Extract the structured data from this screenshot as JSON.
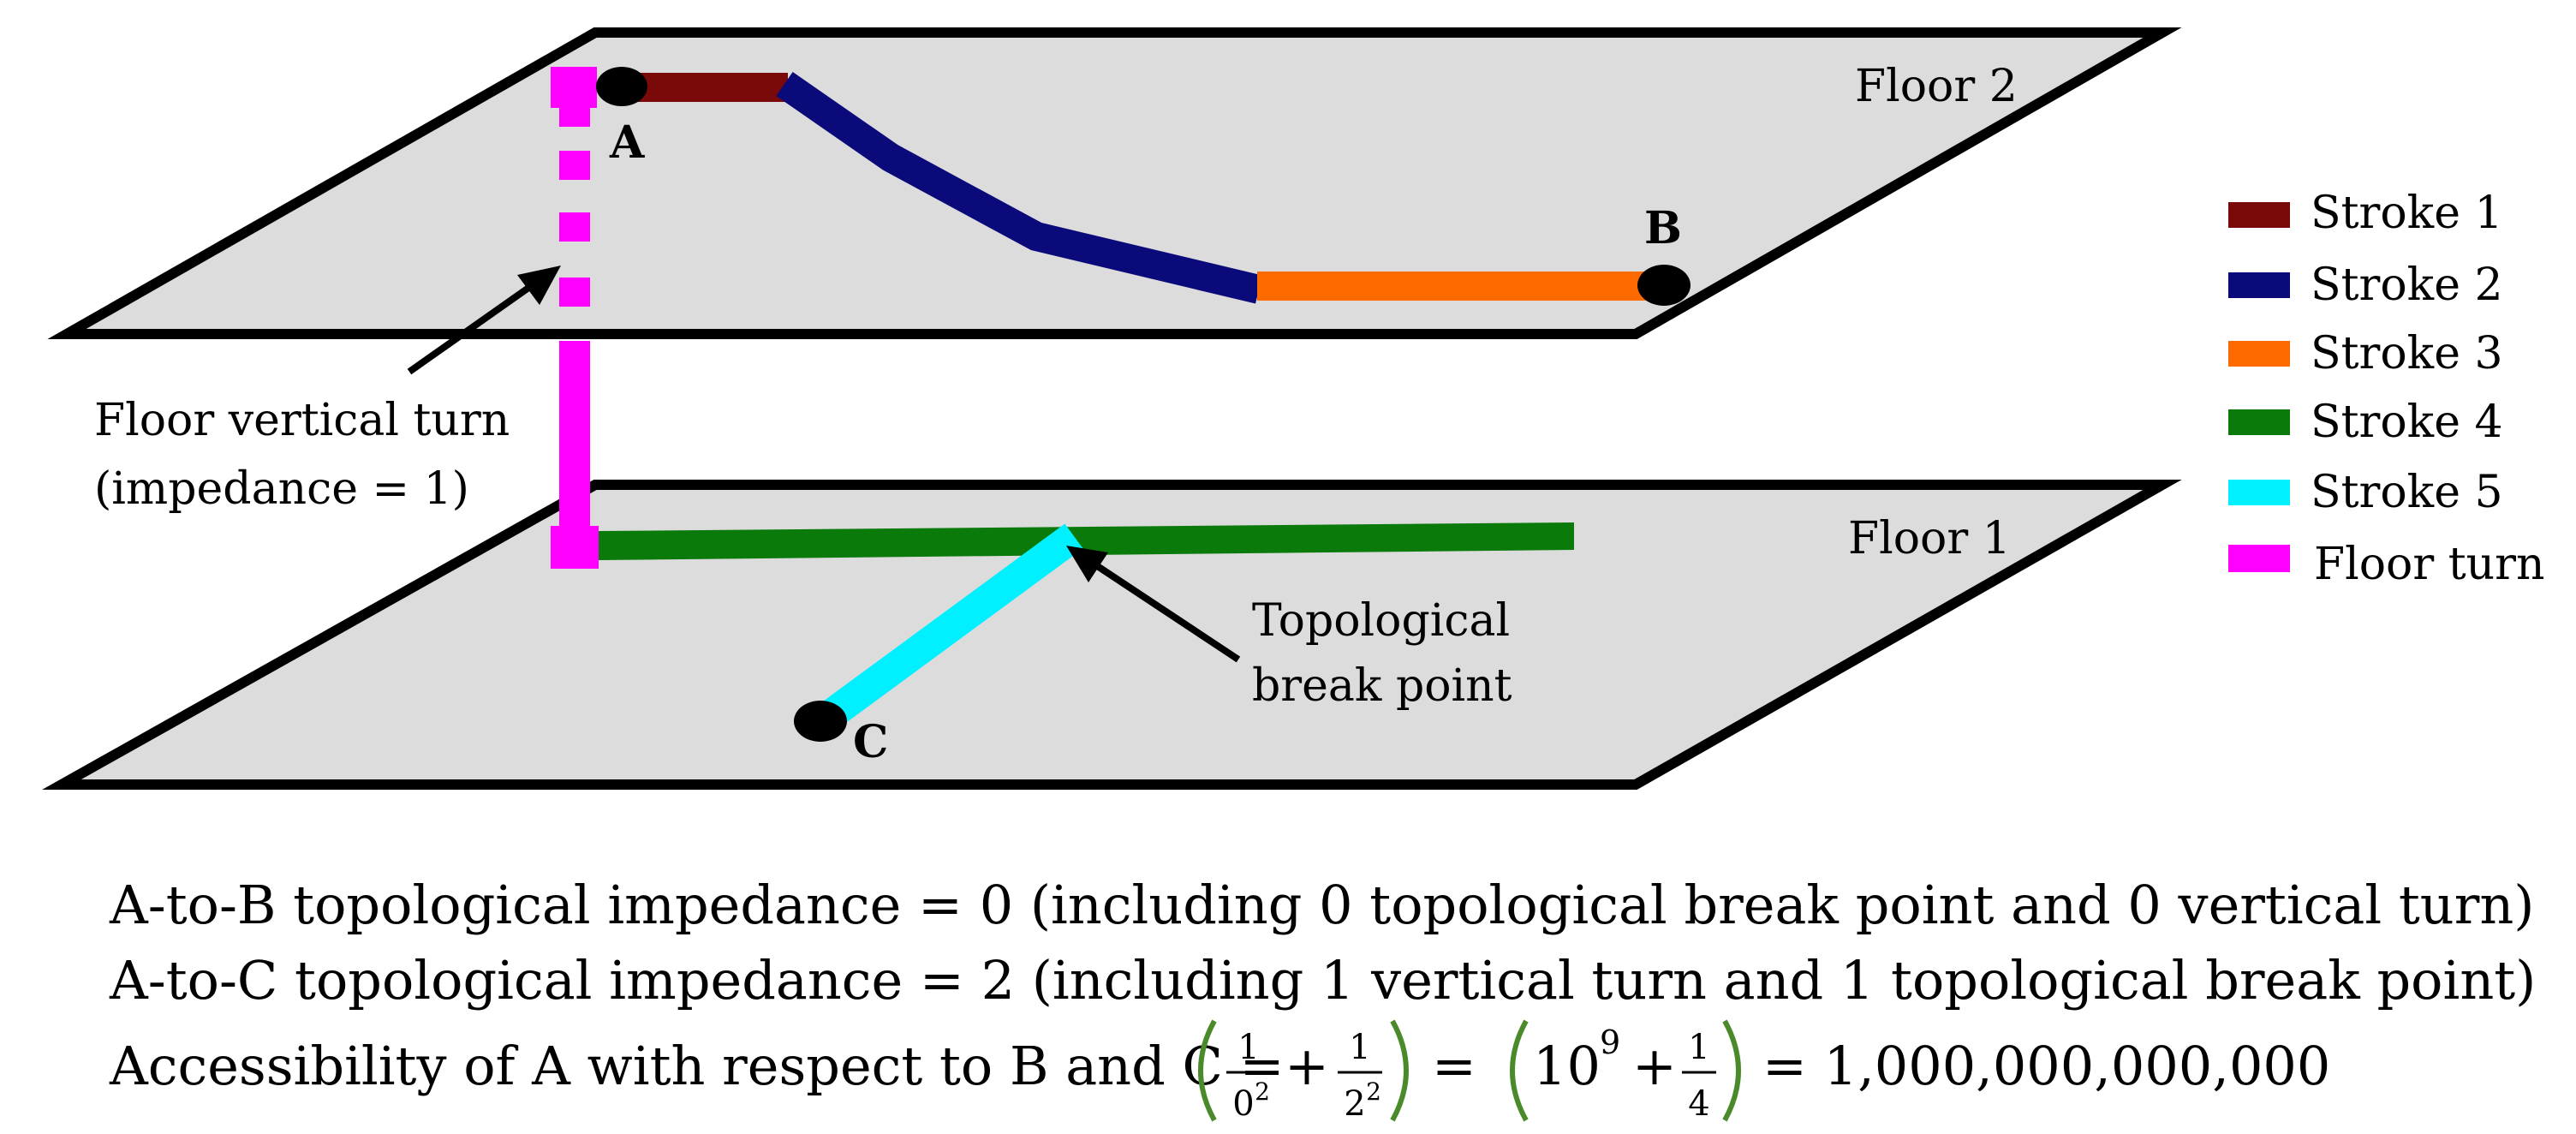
{
  "floors": [
    {
      "label": "Floor 2"
    },
    {
      "label": "Floor 1"
    }
  ],
  "points": {
    "a": "A",
    "b": "B",
    "c": "C"
  },
  "annotations": {
    "vertical_turn_line1": "Floor vertical turn",
    "vertical_turn_line2": "(impedance = 1)",
    "break_line1": "Topological",
    "break_line2": "break point"
  },
  "legend": [
    {
      "label": "Stroke 1",
      "color": "#7a0a0a"
    },
    {
      "label": "Stroke 2",
      "color": "#0a0a7a"
    },
    {
      "label": "Stroke 3",
      "color": "#ff6a00"
    },
    {
      "label": "Stroke 4",
      "color": "#0a7a0a"
    },
    {
      "label": "Stroke 5",
      "color": "#00f0ff"
    },
    {
      "label": "Floor turn",
      "color": "#ff00ff"
    }
  ],
  "equations": {
    "line1": "A-to-B topological impedance = 0 (including 0 topological break point and 0 vertical turn)",
    "line2": "A-to-C topological impedance = 2 (including 1 vertical turn and 1 topological break point)",
    "line3_prefix": "Accessibility of A with respect to B and C =",
    "frac1_num": "1",
    "frac1_den_base": "0",
    "frac1_den_exp": "2",
    "frac2_num": "1",
    "frac2_den_base": "2",
    "frac2_den_exp": "2",
    "plus": "+",
    "equals": "=",
    "term_base": "10",
    "term_exp": "9",
    "frac3_num": "1",
    "frac3_den": "4",
    "result": "= 1,000,000,000,000"
  }
}
